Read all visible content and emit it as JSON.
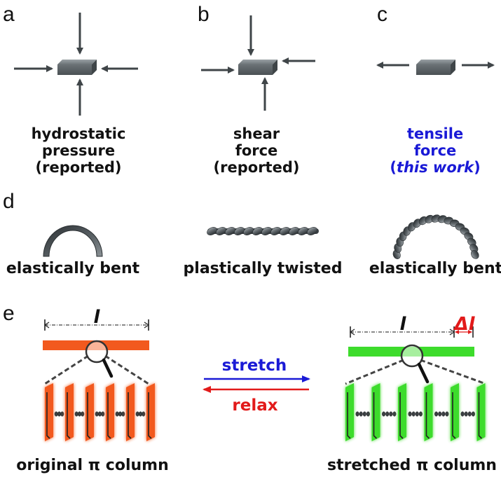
{
  "panels": {
    "a": {
      "label": "a",
      "caption": [
        "hydrostatic",
        "pressure",
        "(reported)"
      ]
    },
    "b": {
      "label": "b",
      "caption": [
        "shear",
        "force",
        "(reported)"
      ]
    },
    "c": {
      "label": "c",
      "caption_line1": "tensile",
      "caption_line2": "force",
      "caption_line3_open": "(",
      "caption_line3_italic": "this work",
      "caption_line3_close": ")"
    },
    "d": {
      "label": "d",
      "captions": [
        "elastically bent",
        "plastically twisted",
        "elastically bent"
      ]
    },
    "e": {
      "label": "e",
      "length_symbol": "l",
      "delta_symbol": "Δl",
      "stretch_label": "stretch",
      "relax_label": "relax",
      "left_caption": "original π column",
      "right_caption": "stretched π column"
    }
  },
  "colors": {
    "arrow": "#3f4548",
    "block": "#5d6468",
    "blue": "#1a1ad6",
    "red": "#e21a1a",
    "orange": "#f2591e",
    "green": "#3ddc2c"
  }
}
